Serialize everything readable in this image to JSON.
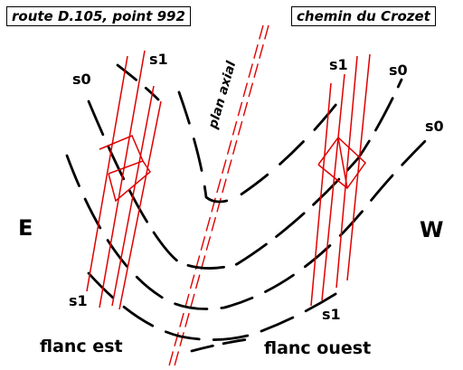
{
  "labels": {
    "location_left": "route D.105, point 992",
    "location_right": "chemin du Crozet",
    "axial_plane": "plan axial",
    "s0_top_left": "s0",
    "s1_top_left": "s1",
    "s1_top_right": "s1",
    "s0_top_right": "s0",
    "s0_right": "s0",
    "s1_bottom_left": "s1",
    "s1_bottom_right": "s1",
    "east": "E",
    "west": "W",
    "flank_east": "flanc est",
    "flank_west": "flanc ouest"
  },
  "colors": {
    "bedding": "#000000",
    "cleavage": "#e00000",
    "axial_plane": "#e00000"
  }
}
